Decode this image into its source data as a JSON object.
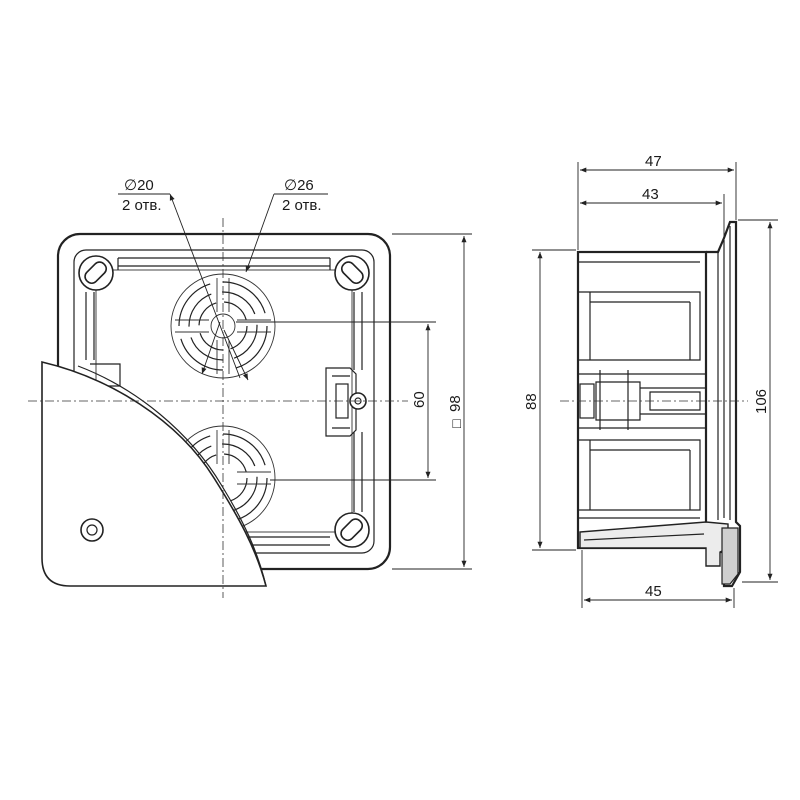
{
  "dimensions": {
    "hole_small_diameter": "∅20",
    "hole_small_count": "2 отв.",
    "hole_large_diameter": "∅26",
    "hole_large_count": "2 отв.",
    "hole_spacing": "60",
    "box_size": "98",
    "box_size_symbol": "□",
    "side_depth_total": "47",
    "side_depth_body": "43",
    "side_height_body": "88",
    "side_height_flange": "106",
    "side_depth_bottom": "45"
  }
}
